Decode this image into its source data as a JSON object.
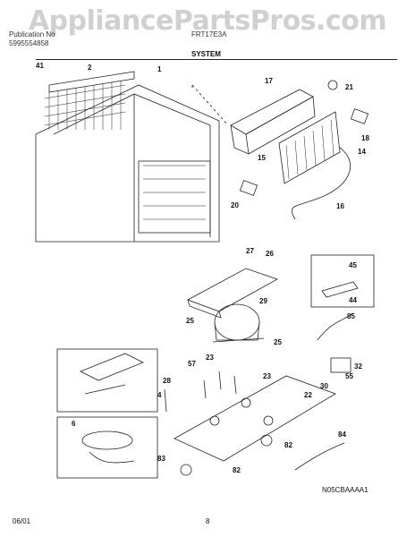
{
  "header": {
    "publication_label": "Publication No",
    "publication_number": "5995554858",
    "model": "FRT17E3A",
    "section_title": "SYSTEM"
  },
  "watermark": "AppliancePartsPros.com",
  "callouts": [
    "41",
    "2",
    "1",
    "17",
    "21",
    "18",
    "15",
    "14",
    "20",
    "16",
    "27",
    "26",
    "29",
    "45",
    "44",
    "25",
    "85",
    "25",
    "57",
    "23",
    "28",
    "23",
    "32",
    "55",
    "30",
    "4",
    "22",
    "6",
    "84",
    "82",
    "83",
    "82"
  ],
  "diagram_code": "N05CBAAAA1",
  "footer": {
    "date": "06/01",
    "page": "8"
  }
}
